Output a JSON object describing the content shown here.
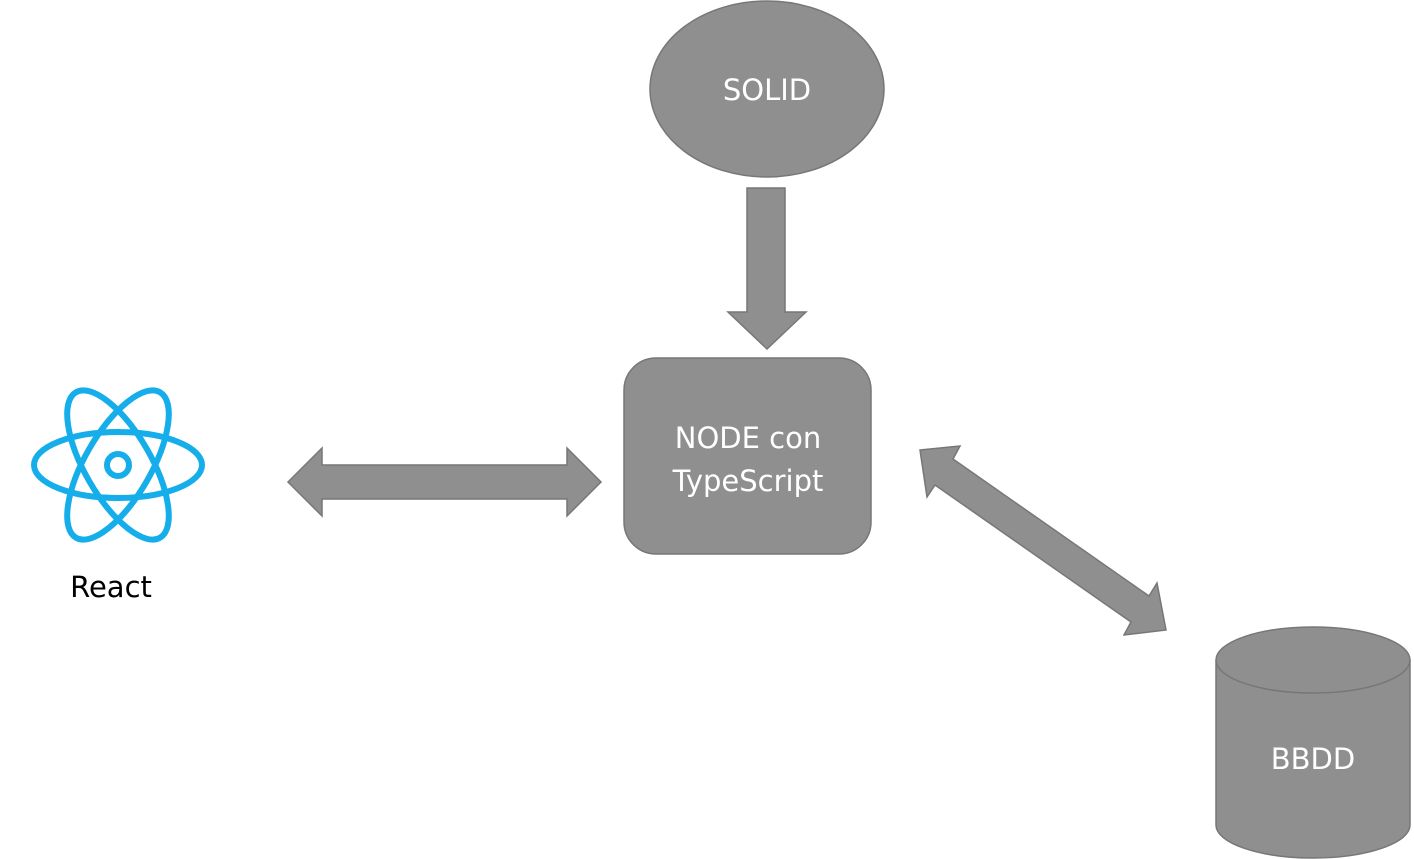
{
  "nodes": {
    "solid": {
      "label": "SOLID"
    },
    "node": {
      "label_line1": "NODE con",
      "label_line2": "TypeScript"
    },
    "bbdd": {
      "label": "BBDD"
    },
    "react": {
      "label": "React",
      "icon": "react-atom-icon"
    }
  },
  "edges": [
    {
      "from": "SOLID",
      "to": "NODE con TypeScript",
      "direction": "one-way"
    },
    {
      "from": "React",
      "to": "NODE con TypeScript",
      "direction": "bidirectional"
    },
    {
      "from": "NODE con TypeScript",
      "to": "BBDD",
      "direction": "bidirectional"
    }
  ],
  "colors": {
    "shape_fill": "#8f8f8f",
    "shape_stroke": "#777777",
    "node_text": "#ffffff",
    "react_blue": "#16aeea"
  }
}
